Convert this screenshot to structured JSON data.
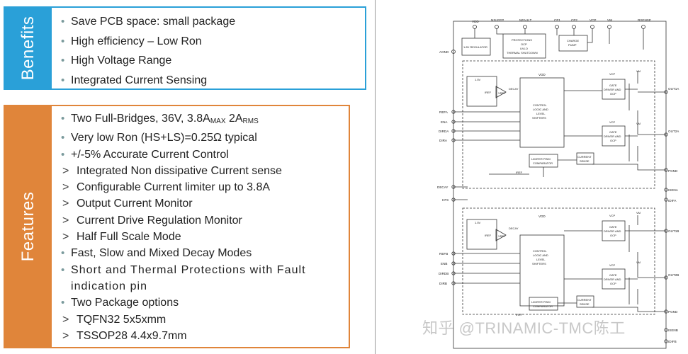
{
  "benefits": {
    "label": "Benefits",
    "items": [
      "Save PCB space: small package",
      "High efficiency – Low Ron",
      "High Voltage Range",
      "Integrated Current Sensing"
    ]
  },
  "features": {
    "label": "Features",
    "item0": {
      "prefix": "Two Full-Bridges, 36V, 3.8A",
      "sub1": "MAX",
      "mid": " 2A",
      "sub2": "RMS"
    },
    "items": [
      "Very low Ron (HS+LS)=0.25Ω typical",
      "+/-5% Accurate Current Control",
      "Integrated Non dissipative Current sense",
      "Configurable Current limiter up to 3.8A",
      "Output Current Monitor",
      "Current Drive Regulation Monitor",
      "Half Full Scale Mode",
      "Fast, Slow and Mixed Decay Modes",
      "Short and Thermal Protections with Fault indication pin",
      "Two Package options",
      "TQFN32 5x5xmm",
      "TSSOP28 4.4x9.7mm"
    ]
  },
  "diagram": {
    "top_pins": [
      "VDD",
      "NSLEEP",
      "NFAULT",
      "CP1",
      "CP2",
      "VCP",
      "VM",
      "RSENSE"
    ],
    "agnd": "AGND",
    "regulator": "1.8V REGULATOR",
    "protections": [
      "PROTECTIONS",
      "OCP",
      "UVLO",
      "THERMAL SHUTDOWN"
    ],
    "charge_pump": [
      "CHARGE",
      "PUMP"
    ],
    "vdd": "VDD",
    "ivref": "1.5V",
    "iref": "IREF",
    "vref": "VREF",
    "decay": "DECAY",
    "control": [
      "CONTROL",
      "LOGIC AND",
      "LEVEL",
      "SHIFTERS"
    ],
    "gate": [
      "GATE",
      "DRIVER AND",
      "OCP"
    ],
    "vcp": "VCP",
    "vm": "VM",
    "limiter": [
      "LIMITER PWM",
      "COMPARATOR"
    ],
    "current_sense": [
      "CURRENT",
      "SENSE"
    ],
    "inputs_a": [
      "REFA",
      "ENA",
      "DIRDA",
      "DIRA"
    ],
    "inputs_b": [
      "REFB",
      "ENB",
      "DIRDB",
      "DIRB"
    ],
    "mid_left": [
      "DECAY",
      "HFS"
    ],
    "mid_right": [
      "PGND",
      "ISENA",
      "IDIFA"
    ],
    "outs_a": [
      "OUT1A",
      "OUT2A"
    ],
    "outs_b": [
      "OUT1B",
      "OUT2B"
    ],
    "bottom_right": [
      "PGND",
      "ISENB",
      "IDIFB"
    ]
  },
  "watermark": "知乎 @TRINAMIC-TMC陈工"
}
